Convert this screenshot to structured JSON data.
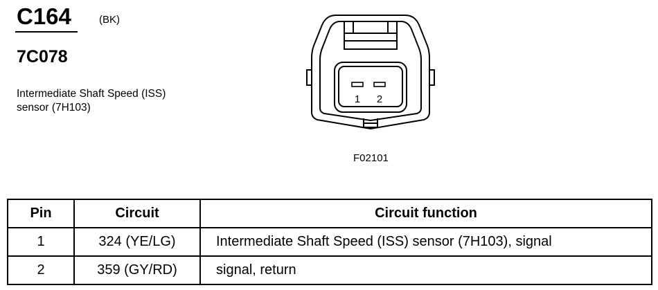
{
  "connector": {
    "id": "C164",
    "color_code": "(BK)",
    "part_number": "7C078",
    "description_line1": "Intermediate Shaft Speed (ISS)",
    "description_line2": "sensor (7H103)"
  },
  "diagram": {
    "pin_labels": [
      "1",
      "2"
    ],
    "figure_id": "F02101"
  },
  "table": {
    "headers": [
      "Pin",
      "Circuit",
      "Circuit function"
    ],
    "rows": [
      [
        "1",
        "324 (YE/LG)",
        "Intermediate Shaft Speed (ISS) sensor (7H103), signal"
      ],
      [
        "2",
        "359 (GY/RD)",
        "signal, return"
      ]
    ]
  }
}
